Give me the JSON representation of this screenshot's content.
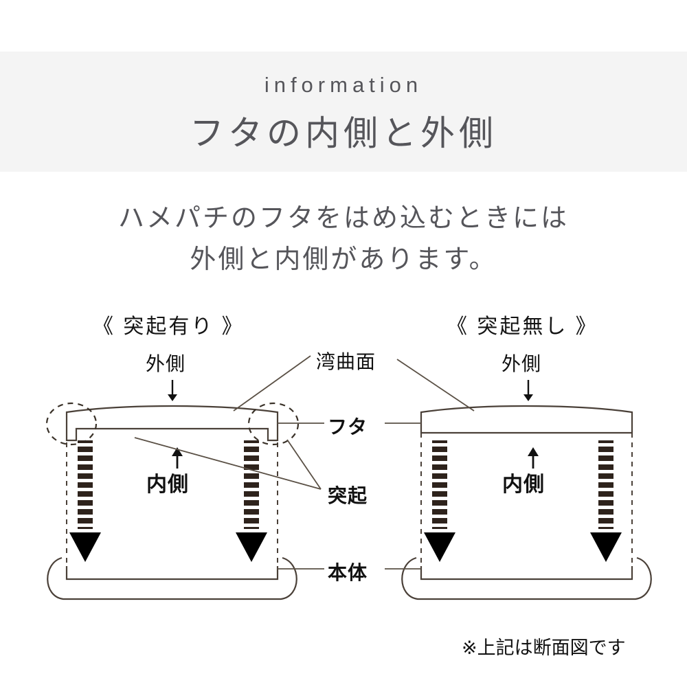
{
  "header": {
    "kicker": "information",
    "title": "フタの内側と外側",
    "band_color": "#f4f4f4",
    "text_color": "#55555a"
  },
  "subtitle": {
    "line1": "ハメパチのフタをはめ込むときには",
    "line2": "外側と内側があります。"
  },
  "sections": {
    "left_heading": "《 突起有り 》",
    "right_heading": "《 突起無し 》"
  },
  "diagram": {
    "left": {
      "outer_label": "外側",
      "outer_arrow": "down-arrow",
      "inner_label": "内側",
      "inner_arrow": "up-arrow"
    },
    "right": {
      "outer_label": "外側",
      "outer_arrow": "down-arrow",
      "inner_label": "内側",
      "inner_arrow": "up-arrow"
    },
    "callouts": {
      "curved_surface": "湾曲面",
      "lid": "フタ",
      "protrusion": "突起",
      "body": "本体"
    }
  },
  "footnote": "※上記は断面図です",
  "colors": {
    "line": "#4a4038",
    "ink": "#111111",
    "leader": "#5a5045"
  }
}
